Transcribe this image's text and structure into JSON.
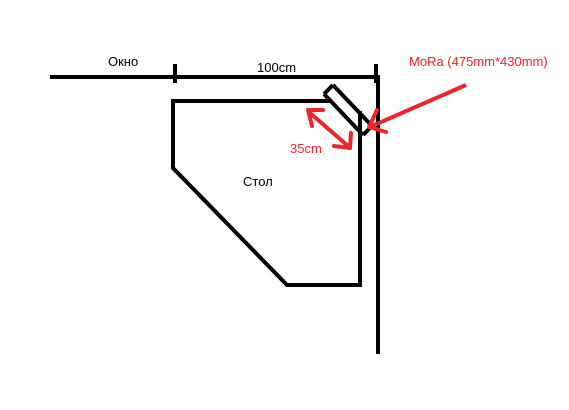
{
  "labels": {
    "window": "Окно",
    "width": "100cm",
    "desk": "Стол",
    "device": "MoRa (475mm*430mm)",
    "depth": "35cm"
  },
  "colors": {
    "wall": "#000000",
    "annotation": "#e8262b",
    "background": "#ffffff"
  }
}
